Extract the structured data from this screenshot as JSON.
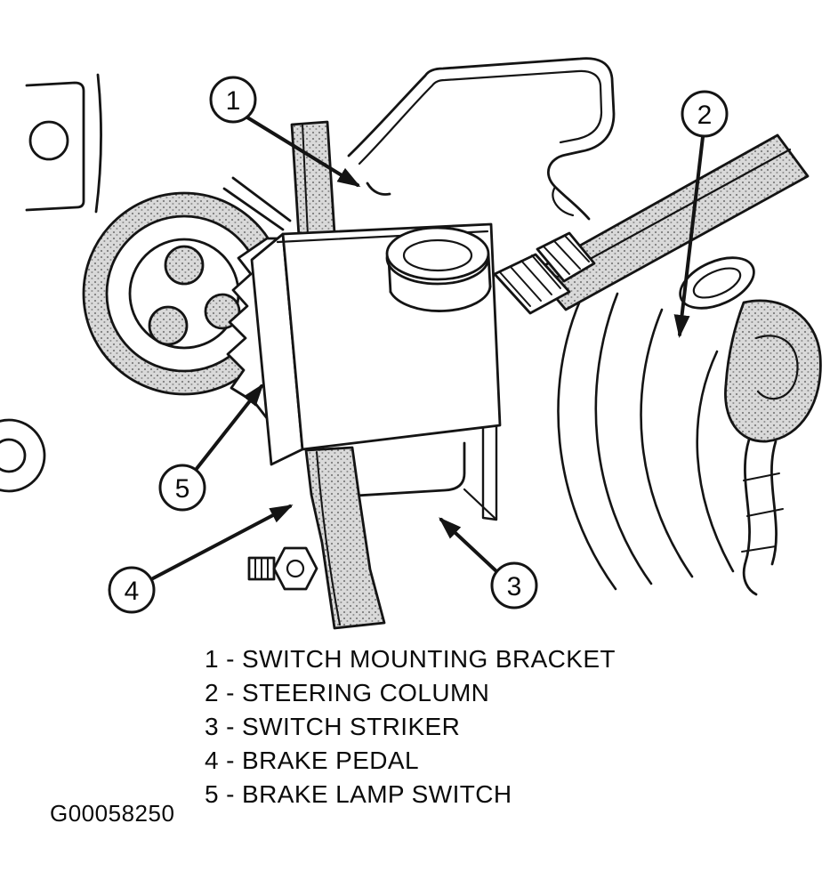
{
  "figure": {
    "id": "G00058250"
  },
  "callouts": [
    {
      "number": "1",
      "label": "SWITCH MOUNTING BRACKET"
    },
    {
      "number": "2",
      "label": "STEERING COLUMN"
    },
    {
      "number": "3",
      "label": "SWITCH STRIKER"
    },
    {
      "number": "4",
      "label": "BRAKE PEDAL"
    },
    {
      "number": "5",
      "label": "BRAKE LAMP SWITCH"
    }
  ],
  "legend": {
    "items": [
      {
        "line": "1 - SWITCH MOUNTING BRACKET"
      },
      {
        "line": "2 - STEERING COLUMN"
      },
      {
        "line": "3 - SWITCH STRIKER"
      },
      {
        "line": "4 - BRAKE PEDAL"
      },
      {
        "line": "5 - BRAKE LAMP SWITCH"
      }
    ]
  },
  "colors": {
    "line": "#141414",
    "stipple_base": "#d8d8d8",
    "background": "#ffffff"
  }
}
